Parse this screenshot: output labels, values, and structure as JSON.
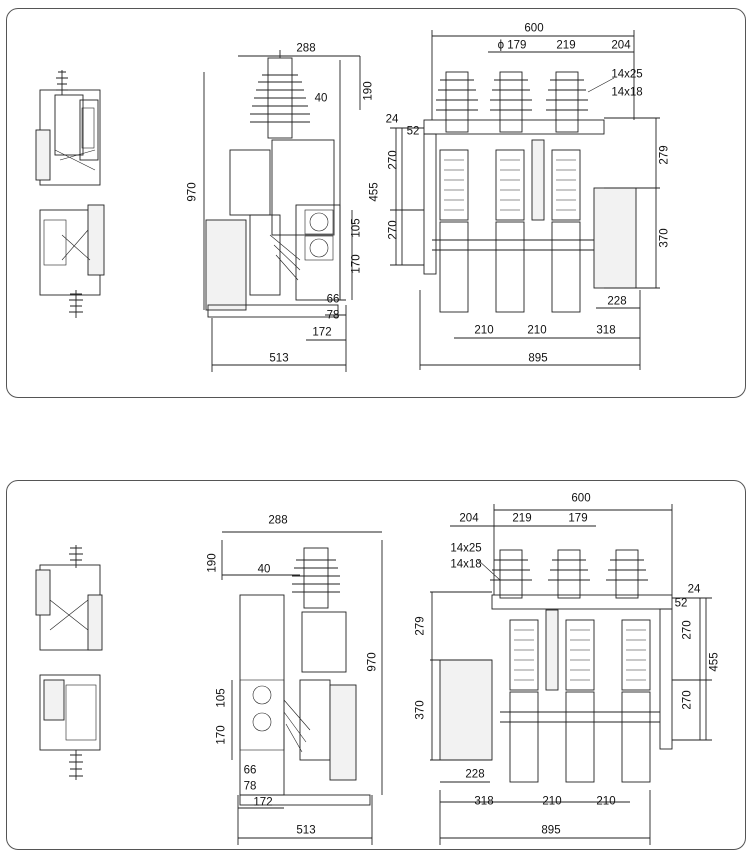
{
  "top_panel": {
    "side_view_labels": {
      "d288": "288",
      "d190": "190",
      "d40": "40",
      "d970": "970",
      "d105": "105",
      "d170": "170",
      "d66": "66",
      "d78": "78",
      "d172": "172",
      "d513": "513"
    },
    "front_view_labels": {
      "d600": "600",
      "d179": "ϕ 179",
      "d219": "219",
      "d204": "204",
      "d14x25": "14x25",
      "d14x18": "14x18",
      "d24": "24",
      "d52": "52",
      "d270a": "270",
      "d455": "455",
      "d270b": "270",
      "d279": "279",
      "d370": "370",
      "d228": "228",
      "d210a": "210",
      "d210b": "210",
      "d318": "318",
      "d895": "895"
    }
  },
  "bottom_panel": {
    "side_view_labels": {
      "d288": "288",
      "d190": "190",
      "d40": "40",
      "d970": "970",
      "d105": "105",
      "d170": "170",
      "d66": "66",
      "d78": "78",
      "d172": "172",
      "d513": "513"
    },
    "front_view_labels": {
      "d600": "600",
      "d204": "204",
      "d219": "219",
      "d179": "179",
      "d14x25": "14x25",
      "d14x18": "14x18",
      "d24": "24",
      "d52": "52",
      "d279": "279",
      "d370": "370",
      "d270a": "270",
      "d455": "455",
      "d270b": "270",
      "d228": "228",
      "d318": "318",
      "d210a": "210",
      "d210b": "210",
      "d895": "895"
    }
  }
}
